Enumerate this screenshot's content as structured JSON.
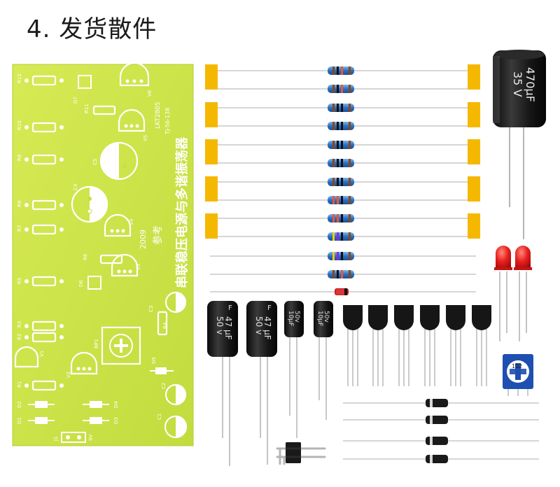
{
  "header": {
    "title": "4. 发货散件"
  },
  "pcb": {
    "board_color": "#cfe64a",
    "silkscreen_color": "#ffffff",
    "model": "LKT2805",
    "code": "TJ-56-138",
    "product_name": "串联稳压电源与多谐振荡器",
    "year": "2009",
    "note": "参考",
    "labels": [
      "R12",
      "D7",
      "V6",
      "R11",
      "R10",
      "V5",
      "C5",
      "R8",
      "C4",
      "R9",
      "V4",
      "R7",
      "R6",
      "V3",
      "R5",
      "D6",
      "C3",
      "R4",
      "R3",
      "R2",
      "RP1",
      "V1",
      "V2",
      "D5",
      "R1",
      "C2",
      "D2",
      "D4",
      "D1",
      "D3",
      "C1",
      "J1",
      "9V"
    ]
  },
  "capacitor_large": {
    "value": "470μF",
    "voltage": "35 V",
    "sleeve_color": "#141414"
  },
  "capacitors_47uF": [
    {
      "value": "47 μF",
      "voltage": "50 v",
      "mark": "F"
    },
    {
      "value": "47 μF",
      "voltage": "50 v",
      "mark": "F"
    }
  ],
  "capacitors_10uF": [
    {
      "value": "10μF",
      "voltage": "50v"
    },
    {
      "value": "10μF",
      "voltage": "50v"
    }
  ],
  "potentiometer": {
    "code": "102",
    "color": "#1f4fb0"
  },
  "led_color": "#e82020",
  "tape_color": "#f5b800",
  "resistor_body_color": "#2a6fc0"
}
